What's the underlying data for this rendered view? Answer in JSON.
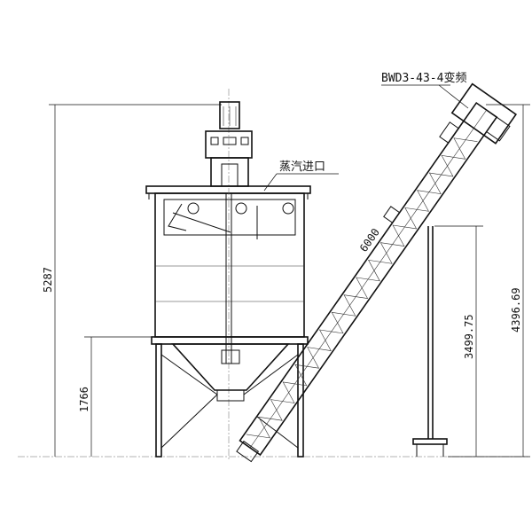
{
  "labels": {
    "motor_model": "BWD3-43-4变频",
    "steam_inlet": "蒸汽进口"
  },
  "dimensions": {
    "total_height": "5287",
    "leg_height": "1766",
    "conveyor_length": "6000",
    "support_height": "3499.75",
    "discharge_height": "4396.69"
  }
}
